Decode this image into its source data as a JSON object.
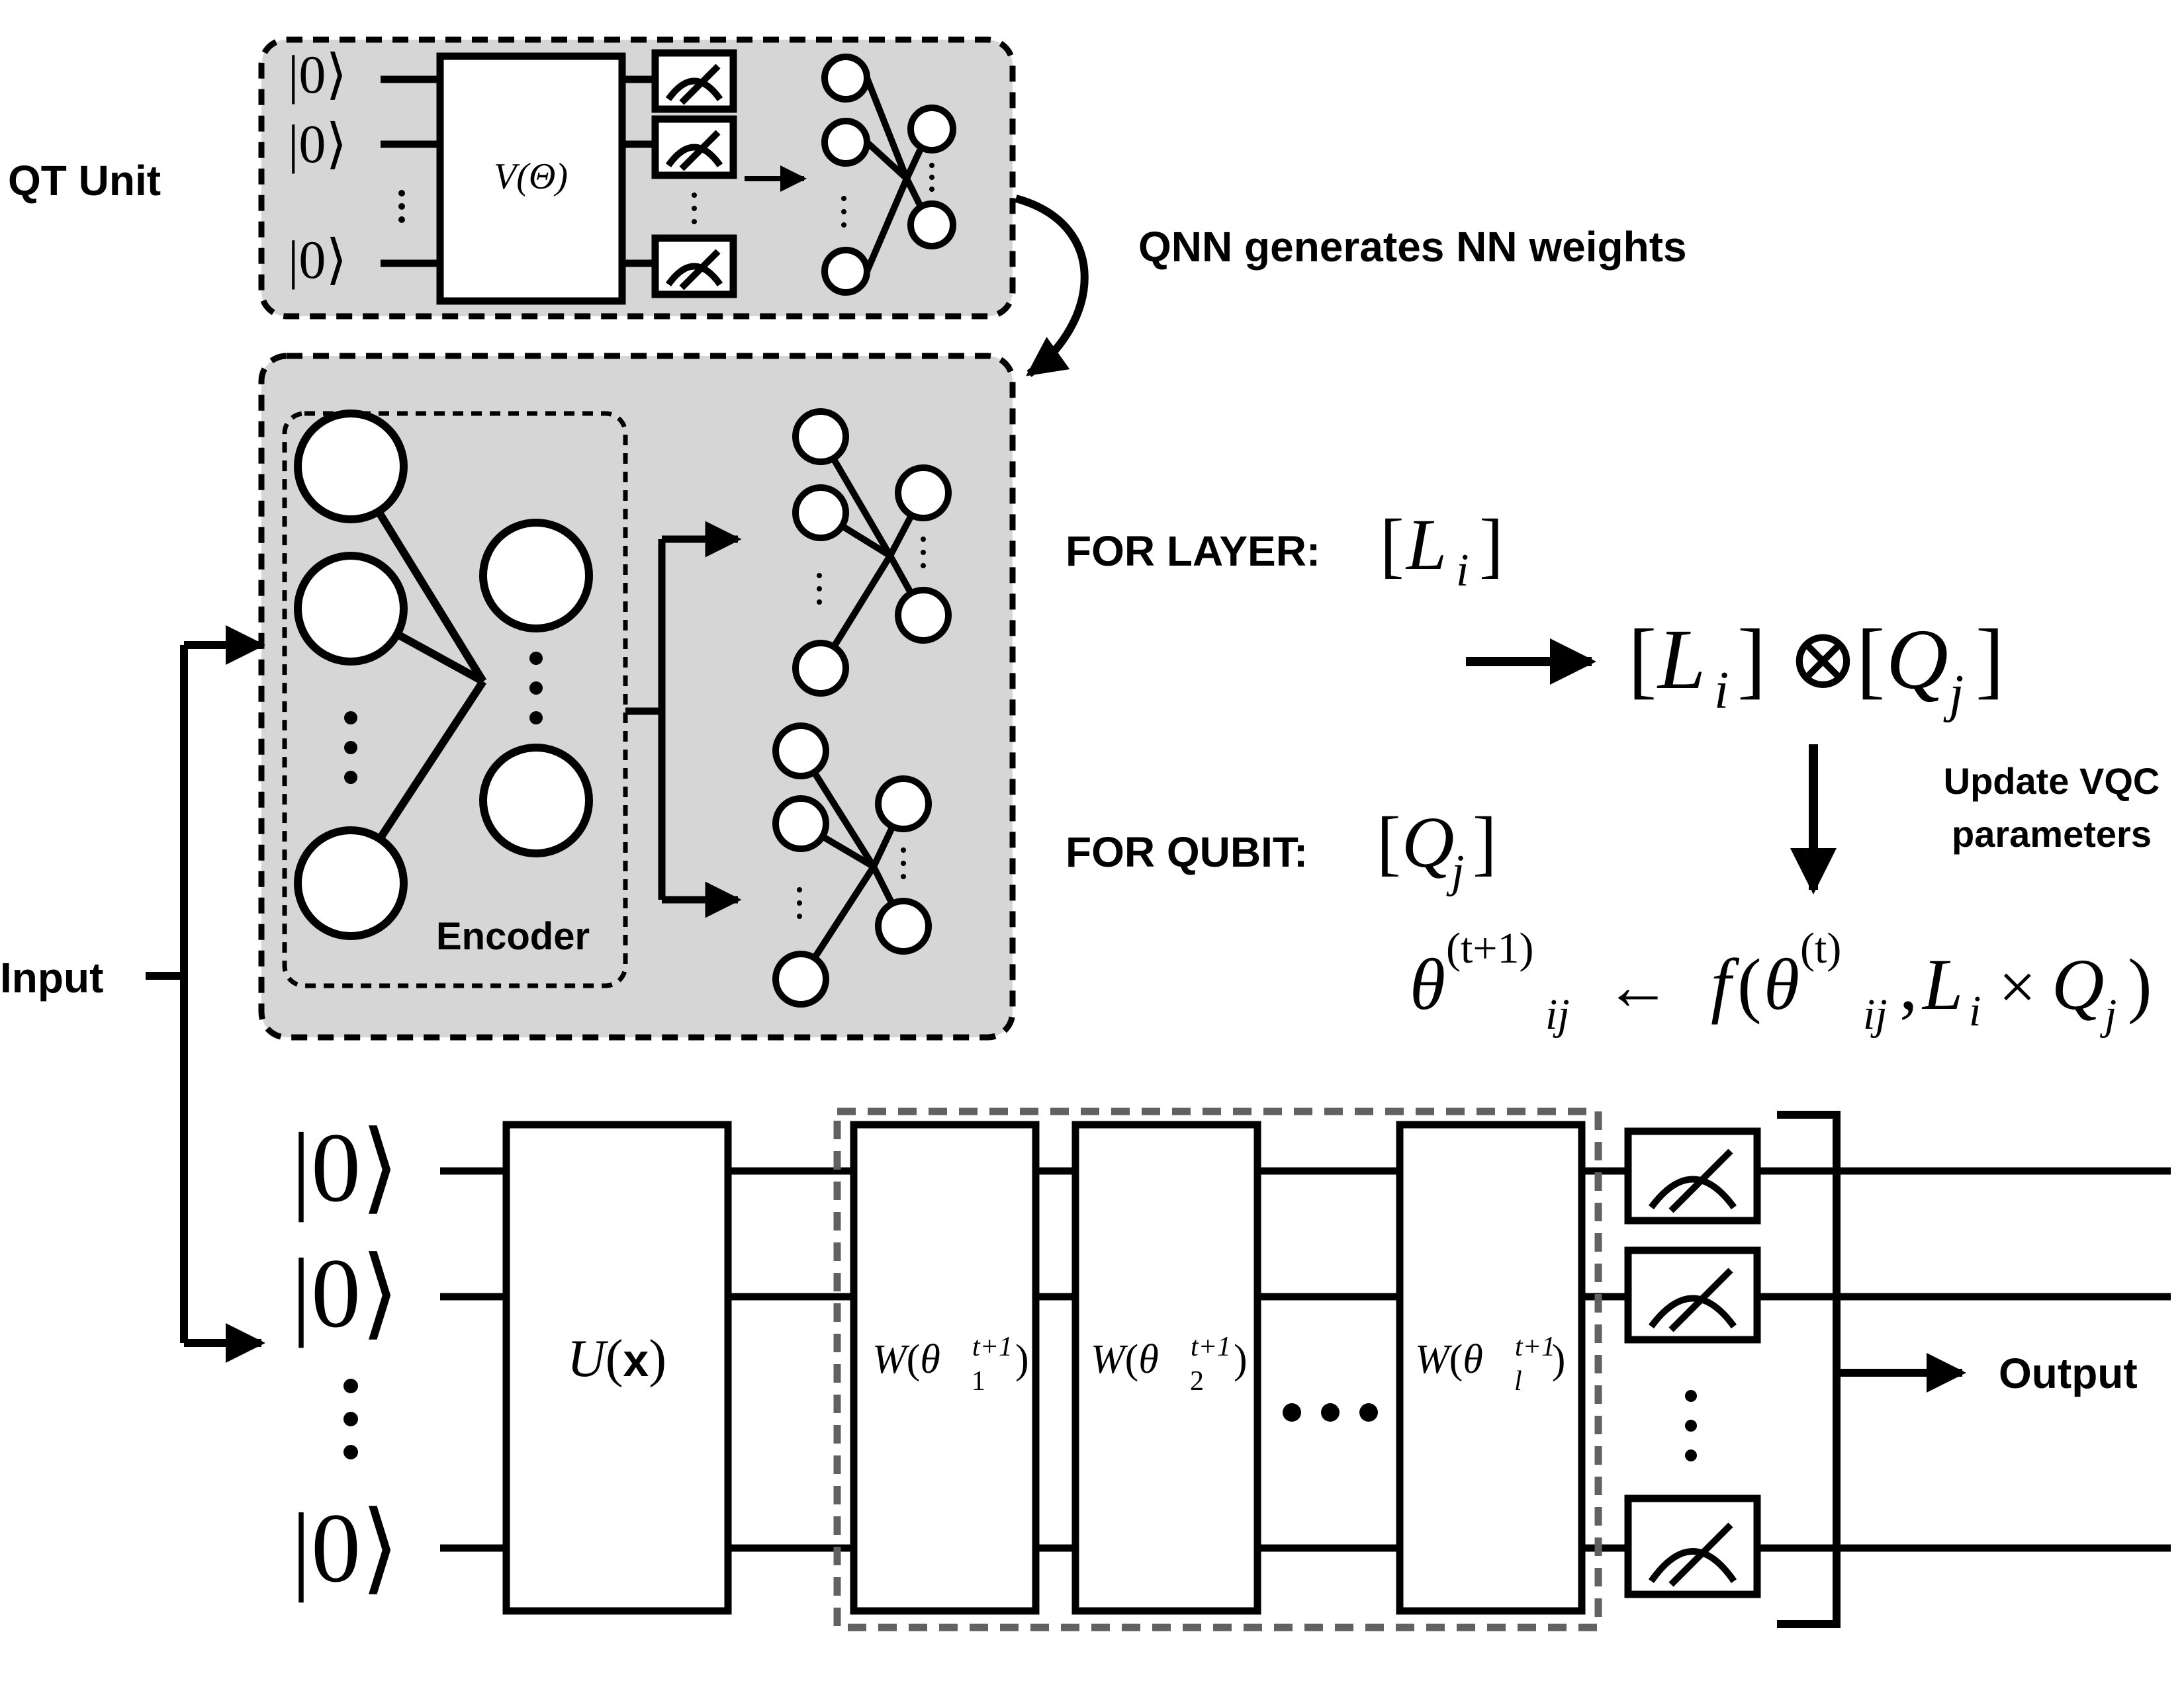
{
  "labels": {
    "qt_unit": "QT Unit",
    "qnn_generates": "QNN generates NN weights",
    "input": "Input",
    "output": "Output",
    "encoder": "Encoder",
    "for_layer": "FOR LAYER:",
    "for_qubit": "FOR QUBIT:",
    "update_line1": "Update VQC",
    "update_line2": "parameters"
  },
  "math": {
    "ket_zero": "|0⟩",
    "v_theta": "V(Θ)",
    "L": "L",
    "Q": "Q",
    "i": "i",
    "j": "j",
    "ij": "ij",
    "tensor": "⊗",
    "theta": "θ",
    "t_plus_1": "(t+1)",
    "t": "(t)",
    "arrow_left": "←",
    "f": "f",
    "times": "×",
    "U": "U",
    "x": "x",
    "W": "W",
    "theta_vec": "θ⃗",
    "sup_t1": "t+1",
    "sub_1": "1",
    "sub_2": "2",
    "sub_l": "l"
  }
}
